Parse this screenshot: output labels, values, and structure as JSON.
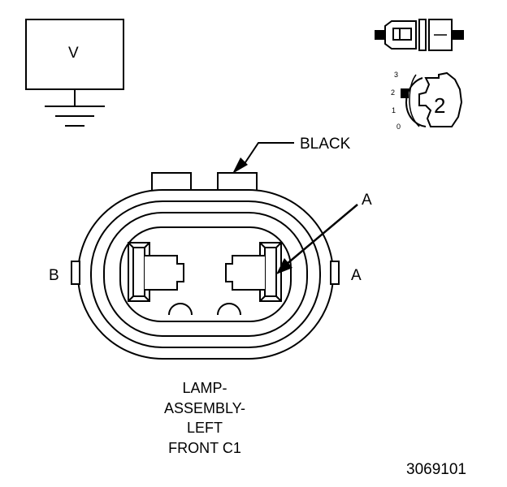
{
  "voltmeter": {
    "label": "V"
  },
  "connector_view": {
    "position_numbers": [
      "3",
      "2",
      "1",
      "0"
    ],
    "selected_position": "2"
  },
  "wire_label": "BLACK",
  "terminal_labels": {
    "pointer": "A",
    "left": "B",
    "right": "A"
  },
  "caption_lines": [
    "LAMP-",
    "ASSEMBLY-",
    "LEFT",
    "FRONT C1"
  ],
  "figure_id": "3069101"
}
